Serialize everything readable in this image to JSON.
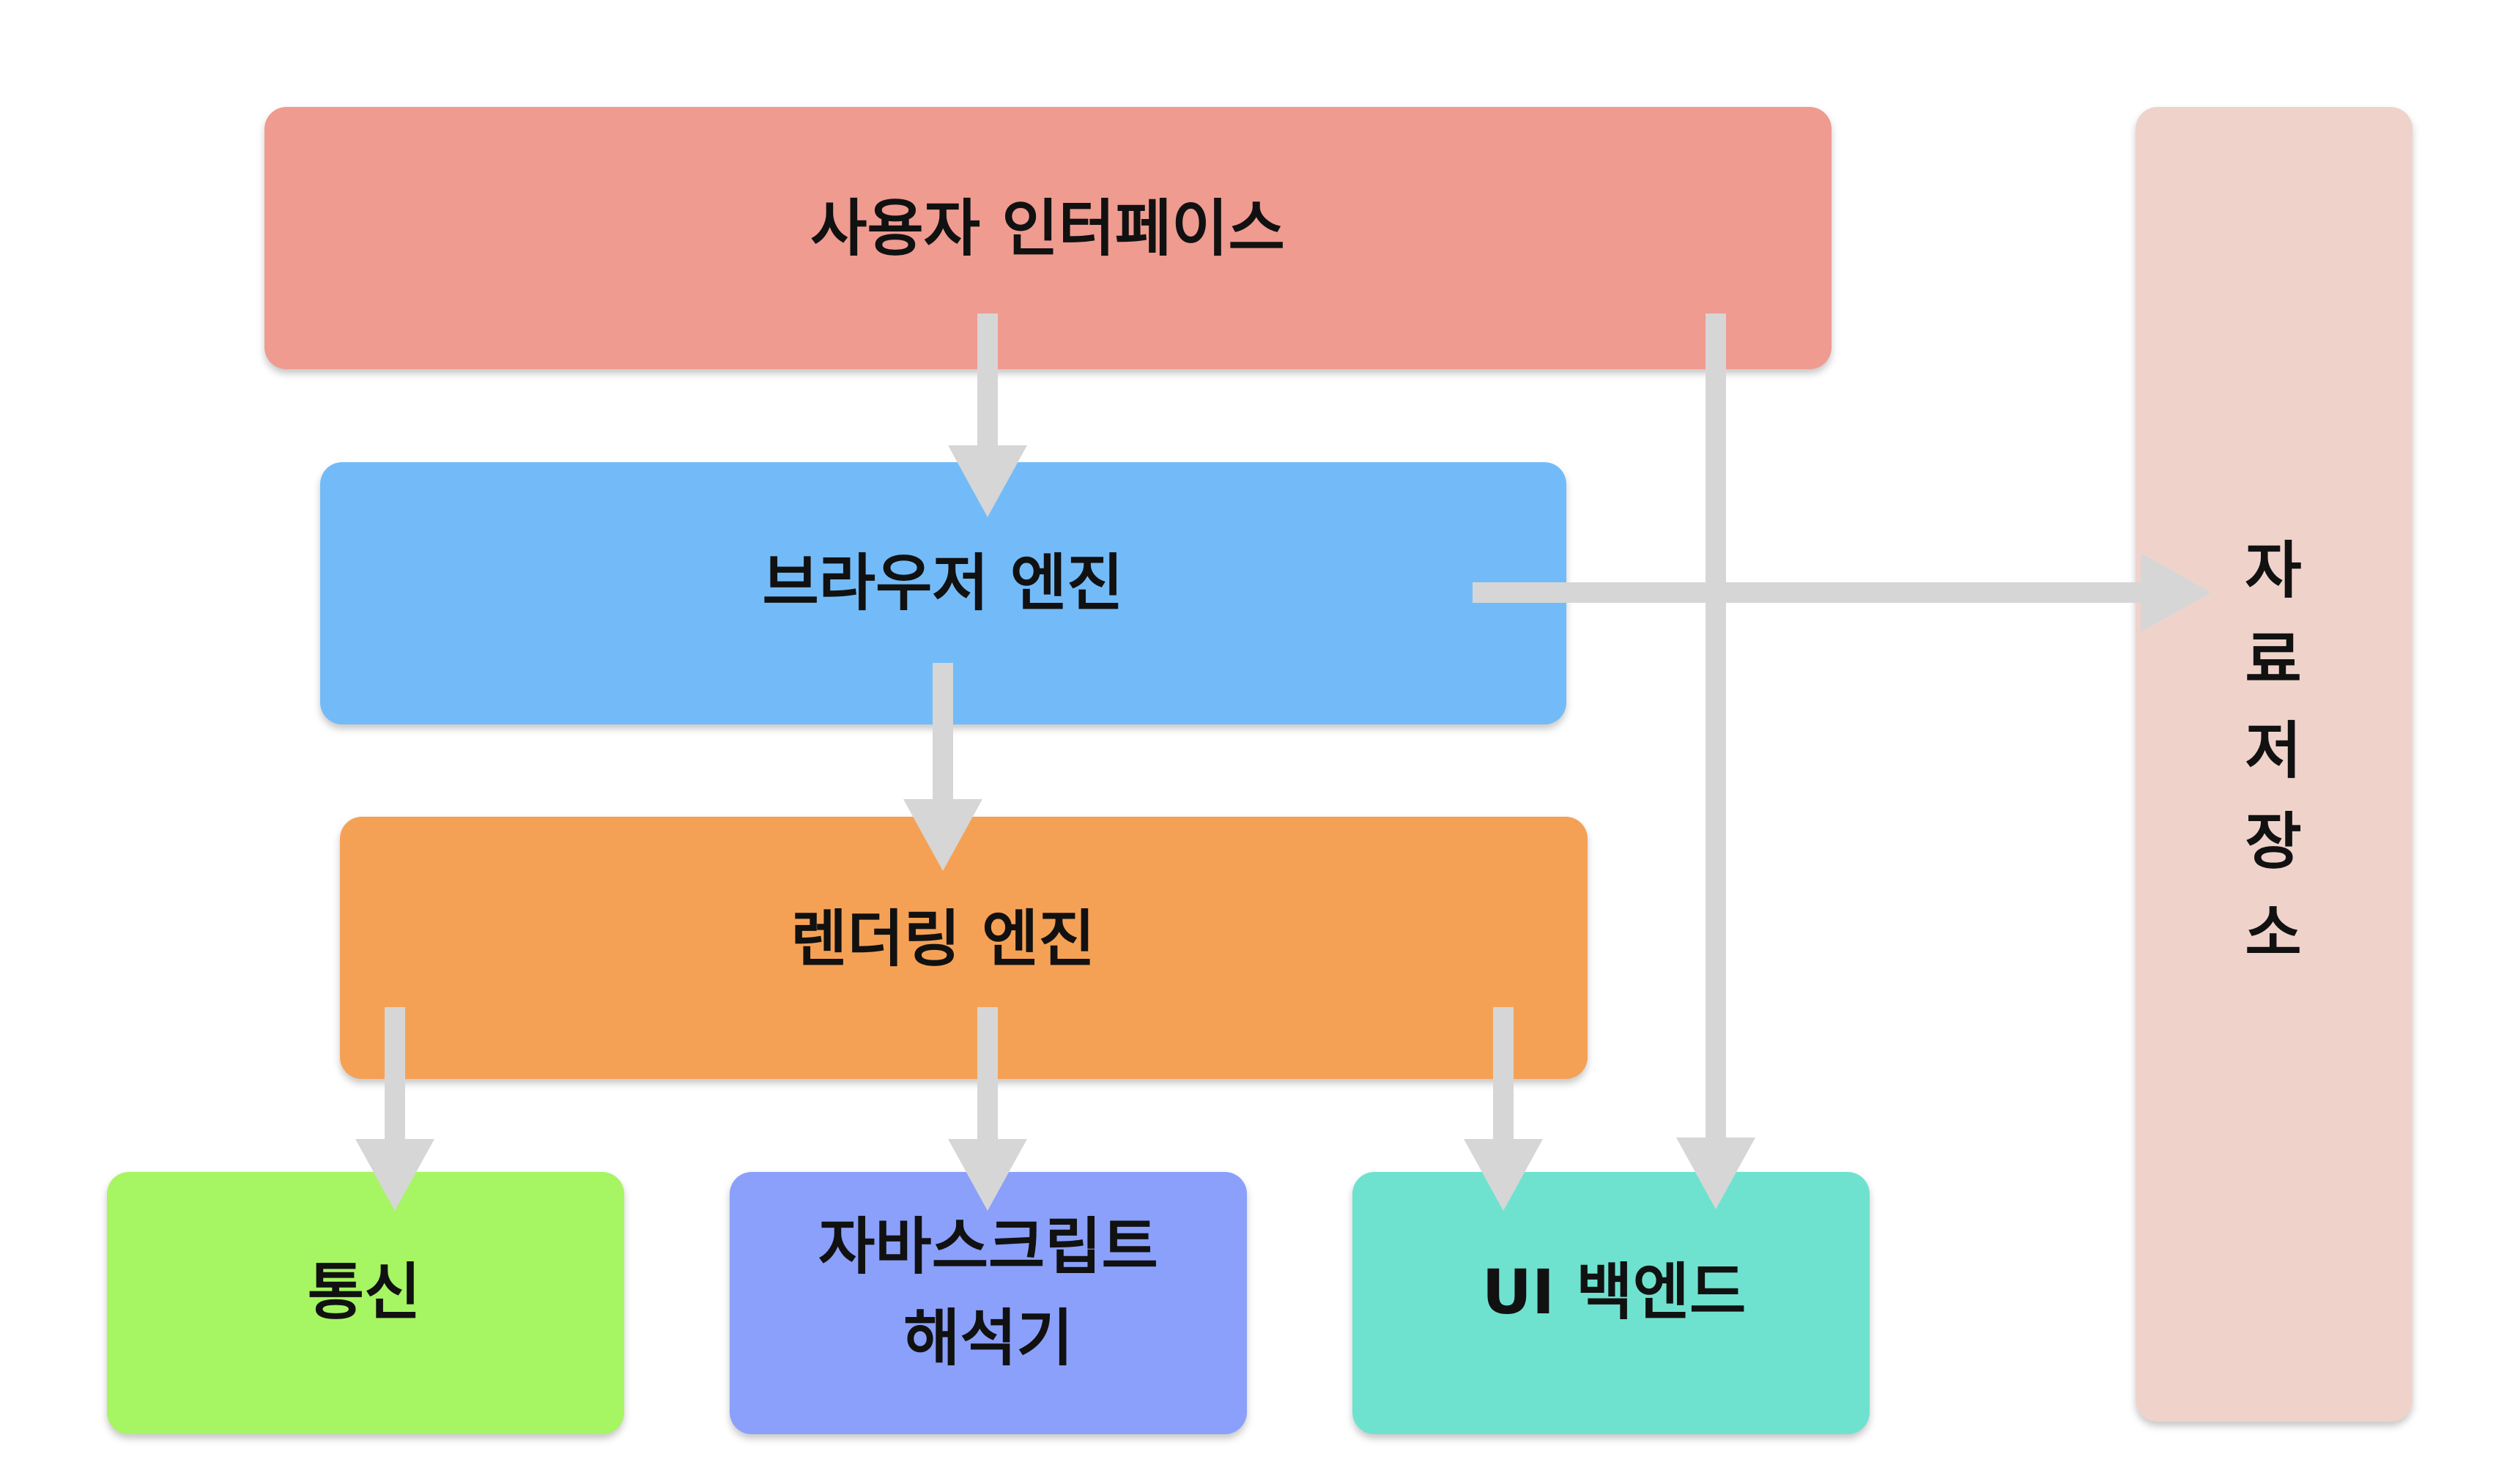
{
  "boxes": {
    "user_interface": {
      "label": "사용자 인터페이스",
      "color": "#ef9b90"
    },
    "browser_engine": {
      "label": "브라우저 엔진",
      "color": "#73bbf8"
    },
    "rendering_engine": {
      "label": "렌더링 엔진",
      "color": "#f5a155"
    },
    "networking": {
      "label": "통신",
      "color": "#a6f563"
    },
    "js_interpreter": {
      "lines": [
        "자바스크립트",
        "해석기"
      ],
      "color": "#8aa0fb"
    },
    "ui_backend": {
      "label": "UI 백엔드",
      "color": "#6ee2cf"
    },
    "data_storage": {
      "chars": [
        "자",
        "료",
        "저",
        "장",
        "소"
      ],
      "color": "#efd3cb"
    }
  },
  "arrow_color": "#d6d6d6"
}
